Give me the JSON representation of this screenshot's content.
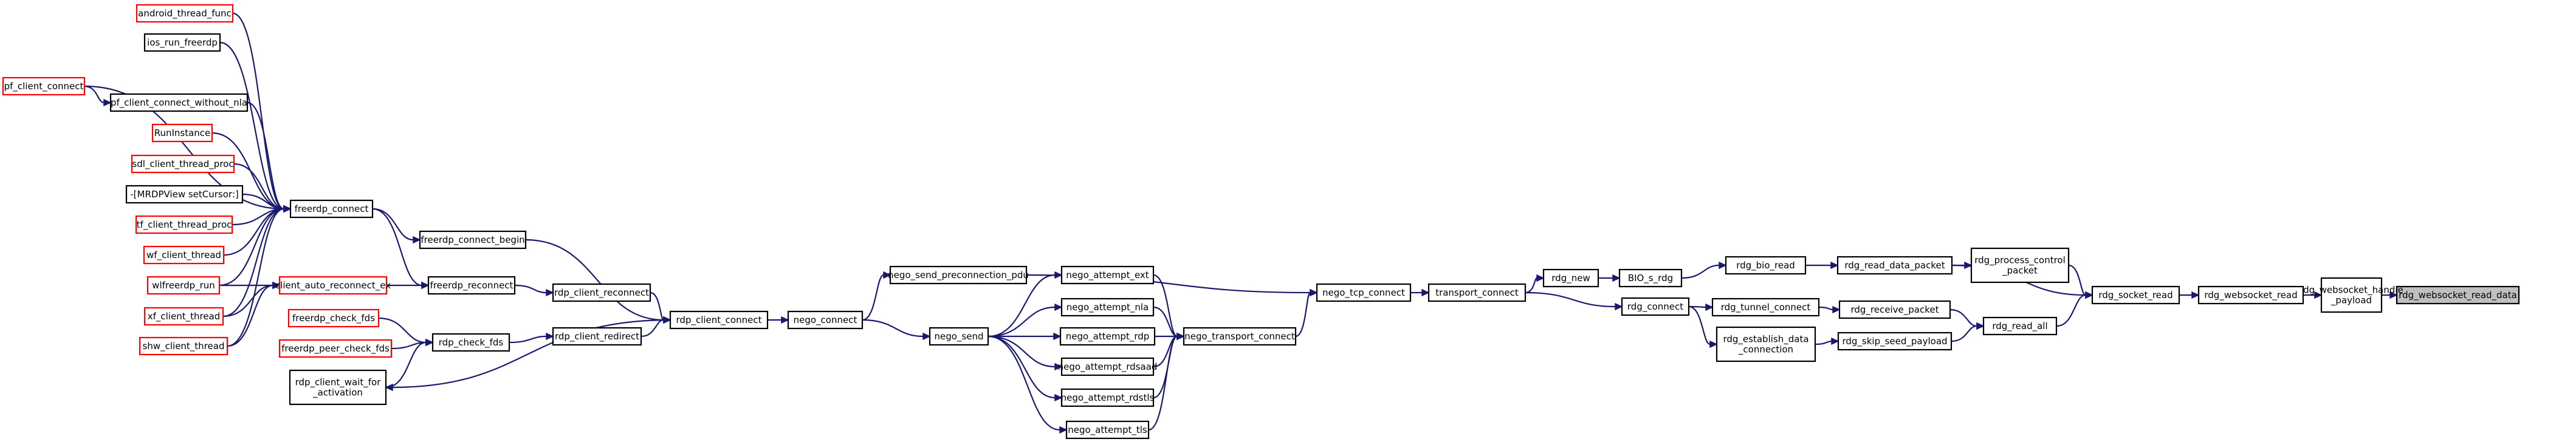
{
  "diagram": {
    "nodes": [
      {
        "id": "rdg_websocket_read_data",
        "lines": [
          "rdg_websocket_read_data"
        ],
        "border": "root"
      },
      {
        "id": "rdg_websocket_handle_payload",
        "lines": [
          "rdg_websocket_handle",
          "_payload"
        ],
        "border": "black"
      },
      {
        "id": "rdg_websocket_read",
        "lines": [
          "rdg_websocket_read"
        ],
        "border": "black"
      },
      {
        "id": "rdg_socket_read",
        "lines": [
          "rdg_socket_read"
        ],
        "border": "black"
      },
      {
        "id": "rdg_process_control_packet",
        "lines": [
          "rdg_process_control",
          "_packet"
        ],
        "border": "black"
      },
      {
        "id": "rdg_read_data_packet",
        "lines": [
          "rdg_read_data_packet"
        ],
        "border": "black"
      },
      {
        "id": "rdg_read_all",
        "lines": [
          "rdg_read_all"
        ],
        "border": "black"
      },
      {
        "id": "rdg_receive_packet",
        "lines": [
          "rdg_receive_packet"
        ],
        "border": "black"
      },
      {
        "id": "rdg_skip_seed_payload",
        "lines": [
          "rdg_skip_seed_payload"
        ],
        "border": "black"
      },
      {
        "id": "rdg_bio_read",
        "lines": [
          "rdg_bio_read"
        ],
        "border": "black"
      },
      {
        "id": "rdg_tunnel_connect",
        "lines": [
          "rdg_tunnel_connect"
        ],
        "border": "black"
      },
      {
        "id": "rdg_establish_data_connection",
        "lines": [
          "rdg_establish_data",
          "_connection"
        ],
        "border": "black"
      },
      {
        "id": "BIO_s_rdg",
        "lines": [
          "BIO_s_rdg"
        ],
        "border": "black"
      },
      {
        "id": "rdg_connect",
        "lines": [
          "rdg_connect"
        ],
        "border": "black"
      },
      {
        "id": "rdg_new",
        "lines": [
          "rdg_new"
        ],
        "border": "black"
      },
      {
        "id": "transport_connect",
        "lines": [
          "transport_connect"
        ],
        "border": "black"
      },
      {
        "id": "nego_tcp_connect",
        "lines": [
          "nego_tcp_connect"
        ],
        "border": "black"
      },
      {
        "id": "nego_transport_connect",
        "lines": [
          "nego_transport_connect"
        ],
        "border": "black"
      },
      {
        "id": "nego_send_preconnection_pdu",
        "lines": [
          "nego_send_preconnection_pdu"
        ],
        "border": "black"
      },
      {
        "id": "nego_attempt_ext",
        "lines": [
          "nego_attempt_ext"
        ],
        "border": "black"
      },
      {
        "id": "nego_attempt_nla",
        "lines": [
          "nego_attempt_nla"
        ],
        "border": "black"
      },
      {
        "id": "nego_attempt_rdp",
        "lines": [
          "nego_attempt_rdp"
        ],
        "border": "black"
      },
      {
        "id": "nego_attempt_rdsaad",
        "lines": [
          "nego_attempt_rdsaad"
        ],
        "border": "black"
      },
      {
        "id": "nego_attempt_rdstls",
        "lines": [
          "nego_attempt_rdstls"
        ],
        "border": "black"
      },
      {
        "id": "nego_attempt_tls",
        "lines": [
          "nego_attempt_tls"
        ],
        "border": "black"
      },
      {
        "id": "nego_send",
        "lines": [
          "nego_send"
        ],
        "border": "black"
      },
      {
        "id": "nego_connect",
        "lines": [
          "nego_connect"
        ],
        "border": "black"
      },
      {
        "id": "rdp_client_connect",
        "lines": [
          "rdp_client_connect"
        ],
        "border": "black"
      },
      {
        "id": "rdp_client_reconnect",
        "lines": [
          "rdp_client_reconnect"
        ],
        "border": "black"
      },
      {
        "id": "rdp_client_redirect",
        "lines": [
          "rdp_client_redirect"
        ],
        "border": "black"
      },
      {
        "id": "freerdp_connect_begin",
        "lines": [
          "freerdp_connect_begin"
        ],
        "border": "black"
      },
      {
        "id": "freerdp_reconnect",
        "lines": [
          "freerdp_reconnect"
        ],
        "border": "black"
      },
      {
        "id": "rdp_check_fds",
        "lines": [
          "rdp_check_fds"
        ],
        "border": "black"
      },
      {
        "id": "rdp_client_wait_for_activation",
        "lines": [
          "rdp_client_wait_for",
          "_activation"
        ],
        "border": "black"
      },
      {
        "id": "freerdp_connect",
        "lines": [
          "freerdp_connect"
        ],
        "border": "black"
      },
      {
        "id": "client_auto_reconnect_ex",
        "lines": [
          "client_auto_reconnect_ex"
        ],
        "border": "red"
      },
      {
        "id": "freerdp_check_fds",
        "lines": [
          "freerdp_check_fds"
        ],
        "border": "red"
      },
      {
        "id": "freerdp_peer_check_fds",
        "lines": [
          "freerdp_peer_check_fds"
        ],
        "border": "red"
      },
      {
        "id": "android_thread_func",
        "lines": [
          "android_thread_func"
        ],
        "border": "red"
      },
      {
        "id": "ios_run_freerdp",
        "lines": [
          "ios_run_freerdp"
        ],
        "border": "black"
      },
      {
        "id": "pf_client_connect",
        "lines": [
          "pf_client_connect"
        ],
        "border": "red"
      },
      {
        "id": "pf_client_connect_without_nla",
        "lines": [
          "pf_client_connect_without_nla"
        ],
        "border": "black"
      },
      {
        "id": "RunInstance",
        "lines": [
          "RunInstance"
        ],
        "border": "red"
      },
      {
        "id": "sdl_client_thread_proc",
        "lines": [
          "sdl_client_thread_proc"
        ],
        "border": "red"
      },
      {
        "id": "MRDPView_setCursor",
        "lines": [
          "-[MRDPView setCursor:]"
        ],
        "border": "black"
      },
      {
        "id": "tf_client_thread_proc",
        "lines": [
          "tf_client_thread_proc"
        ],
        "border": "red"
      },
      {
        "id": "wf_client_thread",
        "lines": [
          "wf_client_thread"
        ],
        "border": "red"
      },
      {
        "id": "wlfreerdp_run",
        "lines": [
          "wlfreerdp_run"
        ],
        "border": "red"
      },
      {
        "id": "xf_client_thread",
        "lines": [
          "xf_client_thread"
        ],
        "border": "red"
      },
      {
        "id": "shw_client_thread",
        "lines": [
          "shw_client_thread"
        ],
        "border": "red"
      }
    ],
    "edges": [
      [
        "rdg_websocket_handle_payload",
        "rdg_websocket_read_data"
      ],
      [
        "rdg_websocket_read",
        "rdg_websocket_handle_payload"
      ],
      [
        "rdg_socket_read",
        "rdg_websocket_read"
      ],
      [
        "rdg_process_control_packet",
        "rdg_socket_read"
      ],
      [
        "rdg_read_data_packet",
        "rdg_socket_read"
      ],
      [
        "rdg_read_all",
        "rdg_socket_read"
      ],
      [
        "rdg_read_data_packet",
        "rdg_process_control_packet"
      ],
      [
        "rdg_bio_read",
        "rdg_read_data_packet"
      ],
      [
        "rdg_receive_packet",
        "rdg_read_all"
      ],
      [
        "rdg_skip_seed_payload",
        "rdg_read_all"
      ],
      [
        "rdg_tunnel_connect",
        "rdg_receive_packet"
      ],
      [
        "rdg_establish_data_connection",
        "rdg_skip_seed_payload"
      ],
      [
        "BIO_s_rdg",
        "rdg_bio_read"
      ],
      [
        "rdg_connect",
        "rdg_tunnel_connect"
      ],
      [
        "rdg_connect",
        "rdg_establish_data_connection"
      ],
      [
        "rdg_new",
        "BIO_s_rdg"
      ],
      [
        "transport_connect",
        "rdg_new"
      ],
      [
        "transport_connect",
        "rdg_connect"
      ],
      [
        "nego_tcp_connect",
        "transport_connect"
      ],
      [
        "nego_send_preconnection_pdu",
        "nego_tcp_connect"
      ],
      [
        "nego_transport_connect",
        "nego_tcp_connect"
      ],
      [
        "nego_connect",
        "nego_send_preconnection_pdu"
      ],
      [
        "nego_attempt_ext",
        "nego_transport_connect"
      ],
      [
        "nego_attempt_nla",
        "nego_transport_connect"
      ],
      [
        "nego_attempt_rdp",
        "nego_transport_connect"
      ],
      [
        "nego_attempt_rdsaad",
        "nego_transport_connect"
      ],
      [
        "nego_attempt_rdstls",
        "nego_transport_connect"
      ],
      [
        "nego_attempt_tls",
        "nego_transport_connect"
      ],
      [
        "nego_send",
        "nego_attempt_ext"
      ],
      [
        "nego_send",
        "nego_attempt_nla"
      ],
      [
        "nego_send",
        "nego_attempt_rdp"
      ],
      [
        "nego_send",
        "nego_attempt_rdsaad"
      ],
      [
        "nego_send",
        "nego_attempt_rdstls"
      ],
      [
        "nego_send",
        "nego_attempt_tls"
      ],
      [
        "nego_connect",
        "nego_send"
      ],
      [
        "rdp_client_connect",
        "nego_connect"
      ],
      [
        "freerdp_connect_begin",
        "rdp_client_connect"
      ],
      [
        "rdp_client_reconnect",
        "rdp_client_connect"
      ],
      [
        "rdp_client_redirect",
        "rdp_client_connect"
      ],
      [
        "rdp_client_connect",
        "rdp_client_wait_for_activation"
      ],
      [
        "freerdp_reconnect",
        "rdp_client_reconnect"
      ],
      [
        "rdp_check_fds",
        "rdp_client_redirect"
      ],
      [
        "freerdp_connect",
        "freerdp_connect_begin"
      ],
      [
        "client_auto_reconnect_ex",
        "freerdp_reconnect"
      ],
      [
        "freerdp_connect",
        "freerdp_reconnect"
      ],
      [
        "freerdp_check_fds",
        "rdp_check_fds"
      ],
      [
        "freerdp_peer_check_fds",
        "rdp_check_fds"
      ],
      [
        "rdp_client_wait_for_activation",
        "rdp_check_fds"
      ],
      [
        "android_thread_func",
        "freerdp_connect"
      ],
      [
        "ios_run_freerdp",
        "freerdp_connect"
      ],
      [
        "pf_client_connect",
        "freerdp_connect"
      ],
      [
        "pf_client_connect_without_nla",
        "freerdp_connect"
      ],
      [
        "RunInstance",
        "freerdp_connect"
      ],
      [
        "sdl_client_thread_proc",
        "freerdp_connect"
      ],
      [
        "MRDPView_setCursor",
        "freerdp_connect"
      ],
      [
        "tf_client_thread_proc",
        "freerdp_connect"
      ],
      [
        "wf_client_thread",
        "freerdp_connect"
      ],
      [
        "wlfreerdp_run",
        "freerdp_connect"
      ],
      [
        "xf_client_thread",
        "freerdp_connect"
      ],
      [
        "shw_client_thread",
        "freerdp_connect"
      ],
      [
        "pf_client_connect",
        "pf_client_connect_without_nla"
      ],
      [
        "wlfreerdp_run",
        "client_auto_reconnect_ex"
      ],
      [
        "xf_client_thread",
        "client_auto_reconnect_ex"
      ],
      [
        "shw_client_thread",
        "client_auto_reconnect_ex"
      ]
    ]
  }
}
